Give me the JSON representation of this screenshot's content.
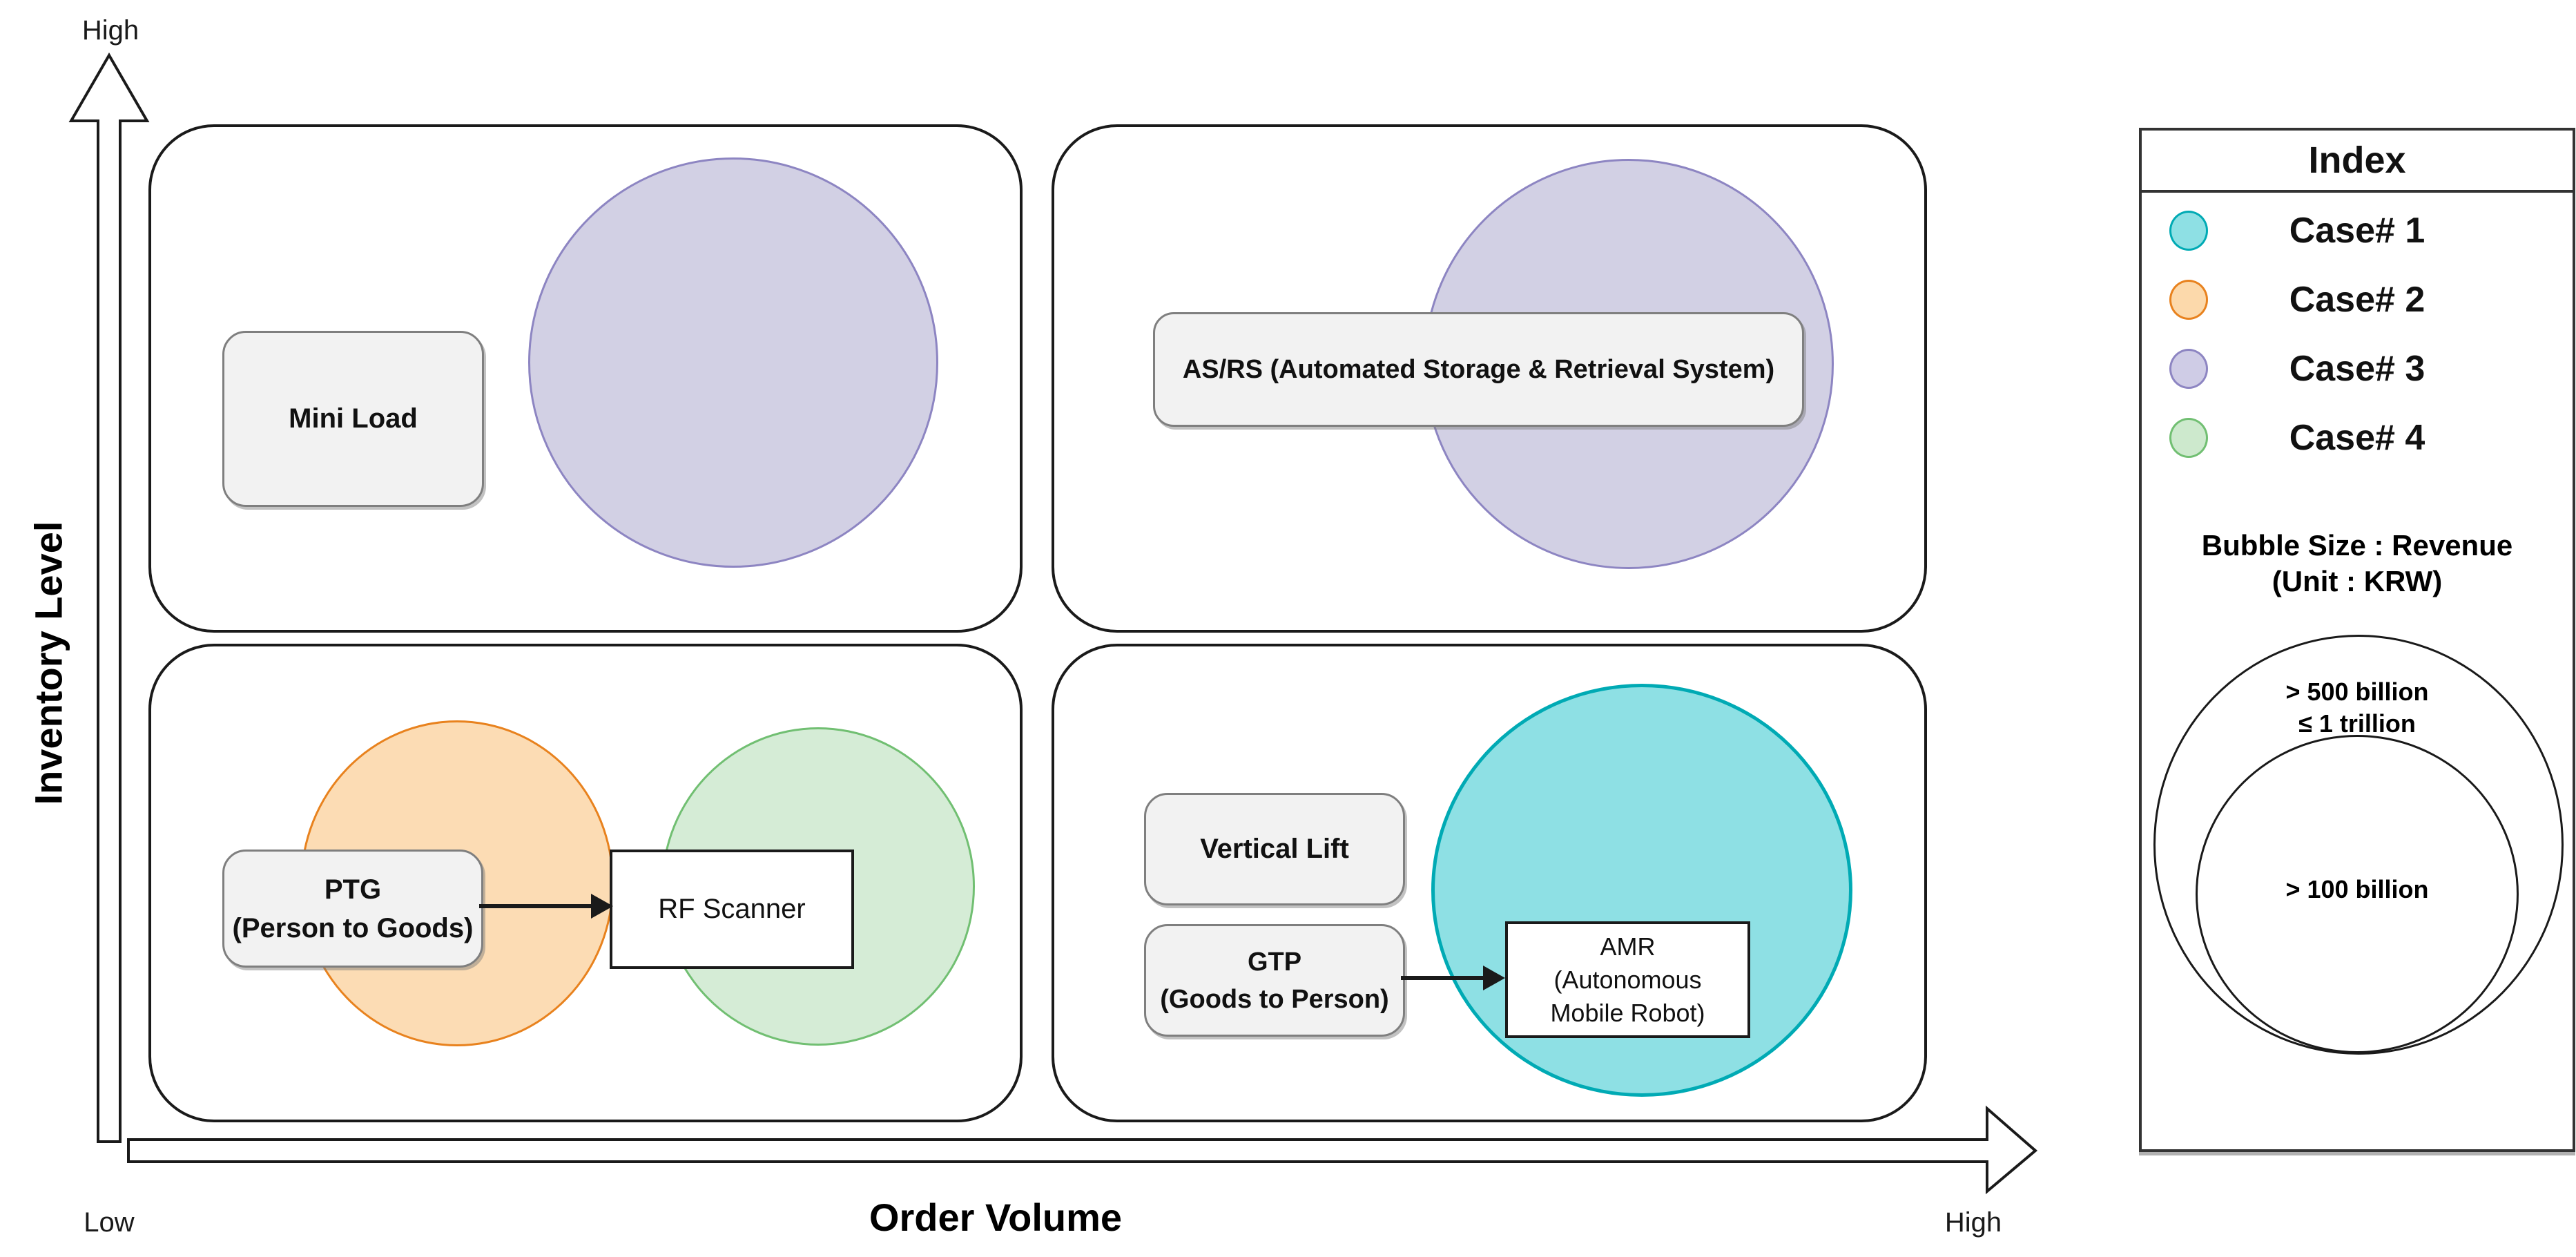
{
  "axes": {
    "y_top_label": "High",
    "y_axis_label": "Inventory Level",
    "origin_label": "Low",
    "x_axis_label": "Order Volume",
    "x_right_label": "High"
  },
  "quadrants": {
    "top_left": {
      "position": "high inventory, low order volume",
      "box_label": "Mini Load",
      "bubble": {
        "case": "Case# 3",
        "fill": "#d2d0e4",
        "border": "#8d85c2",
        "size_category": "> 500 billion ≤ 1 trillion"
      }
    },
    "top_right": {
      "position": "high inventory, high order volume",
      "box_label": "AS/RS (Automated Storage & Retrieval System)",
      "bubble": {
        "case": "Case# 3",
        "fill": "#d2d0e4",
        "border": "#8d85c2",
        "size_category": "> 500 billion ≤ 1 trillion"
      }
    },
    "bottom_left": {
      "position": "low inventory, low order volume",
      "ptg_box": {
        "line1": "PTG",
        "line2": "(Person to Goods)"
      },
      "rf_box_label": "RF Scanner",
      "bubbles": [
        {
          "case": "Case# 2",
          "fill": "#fcdcb4",
          "border": "#e8821e",
          "size_category": "> 100 billion"
        },
        {
          "case": "Case# 4",
          "fill": "#d5ecd6",
          "border": "#71bf72",
          "size_category": "> 100 billion"
        }
      ]
    },
    "bottom_right": {
      "position": "low inventory, high order volume",
      "vertical_lift_box_label": "Vertical Lift",
      "gtp_box": {
        "line1": "GTP",
        "line2": "(Goods to Person)"
      },
      "amr_box": {
        "line1": "AMR",
        "line2": "(Autonomous",
        "line3": "Mobile Robot)"
      },
      "bubble": {
        "case": "Case# 1",
        "fill": "#8ee0e4",
        "border": "#00aab4",
        "size_category": "> 500 billion ≤ 1 trillion"
      }
    }
  },
  "index_panel": {
    "title": "Index",
    "items": [
      {
        "label": "Case# 1",
        "fill": "#8ee0e4",
        "border": "#00aab4"
      },
      {
        "label": "Case# 2",
        "fill": "#fcd9ab",
        "border": "#e8821e"
      },
      {
        "label": "Case# 3",
        "fill": "#cfcce6",
        "border": "#8d85c2"
      },
      {
        "label": "Case# 4",
        "fill": "#cde9cd",
        "border": "#71bf72"
      }
    ],
    "bubble_size": {
      "title_line1": "Bubble Size : Revenue",
      "title_line2": "(Unit : KRW)",
      "outer_label_line1": "> 500 billion",
      "outer_label_line2": "≤ 1 trillion",
      "inner_label": "> 100 billion"
    }
  }
}
